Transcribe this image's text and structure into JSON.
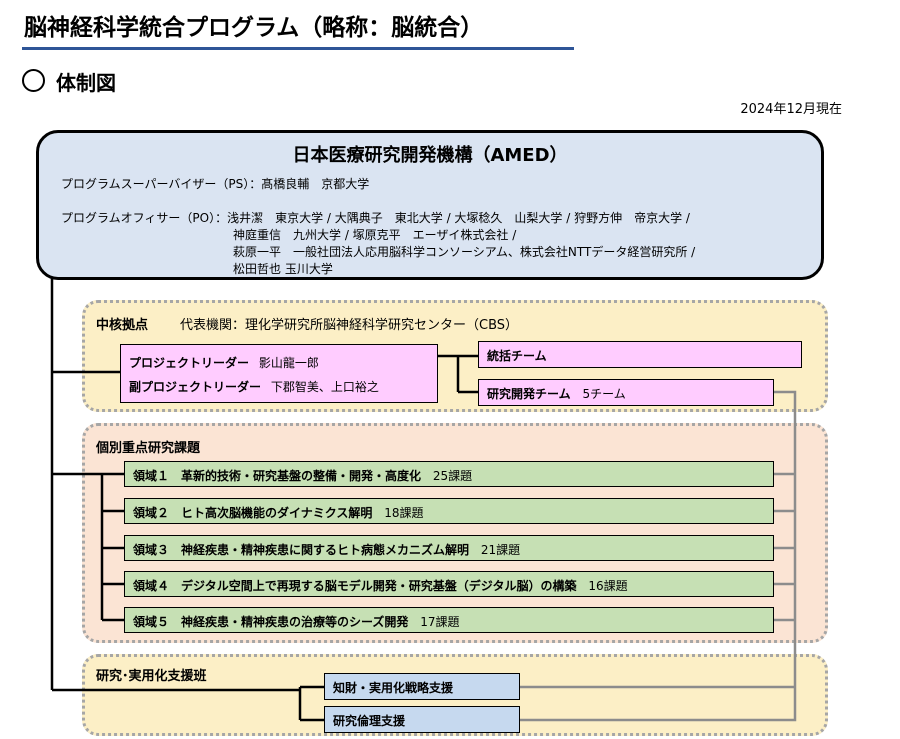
{
  "header": {
    "title": "脳神経科学統合プログラム（略称：脳統合）",
    "section_title": "体制図",
    "as_of": "2024年12月現在"
  },
  "amed": {
    "title": "日本医療研究開発機構（AMED）",
    "ps": "プログラムスーパーバイザー（PS）：髙橋良輔　京都大学",
    "po_line1": "プログラムオフィサー（PO）：浅井潔　東京大学 / 大隅典子　東北大学 / 大塚稔久　山梨大学 / 狩野方伸　帝京大学 /",
    "po_line2": "神庭重信　九州大学 /  塚原克平　エーザイ株式会社 /",
    "po_line3": "萩原一平　一般社団法人応用脳科学コンソーシアム、株式会社NTTデータ経営研究所 /",
    "po_line4": "松田哲也 玉川大学"
  },
  "core": {
    "label": "中核拠点",
    "institution": "代表機関：理化学研究所脳神経科学研究センター（CBS）",
    "leader_role": "プロジェクトリーダー",
    "leader_name": "影山龍一郎",
    "sub_leader_role": "副プロジェクトリーダー",
    "sub_leader_names": "下郡智美、上口裕之",
    "team_general": "統括チーム",
    "team_rd": "研究開発チーム",
    "team_rd_count": "5チーム"
  },
  "individual": {
    "label": "個別重点研究課題",
    "areas": [
      {
        "name": "領域１　革新的技術・研究基盤の整備・開発・高度化",
        "count": "25課題"
      },
      {
        "name": "領域２　ヒト高次脳機能のダイナミクス解明",
        "count": "18課題"
      },
      {
        "name": "領域３　神経疾患・精神疾患に関するヒト病態メカニズム解明",
        "count": "21課題"
      },
      {
        "name": "領域４　デジタル空間上で再現する脳モデル開発・研究基盤（デジタル脳）の構築",
        "count": "16課題"
      },
      {
        "name": "領域５　神経疾患・精神疾患の治療等のシーズ開発",
        "count": "17課題"
      }
    ]
  },
  "support": {
    "label": "研究･実用化支援班",
    "items": [
      "知財・実用化戦略支援",
      "研究倫理支援"
    ]
  }
}
